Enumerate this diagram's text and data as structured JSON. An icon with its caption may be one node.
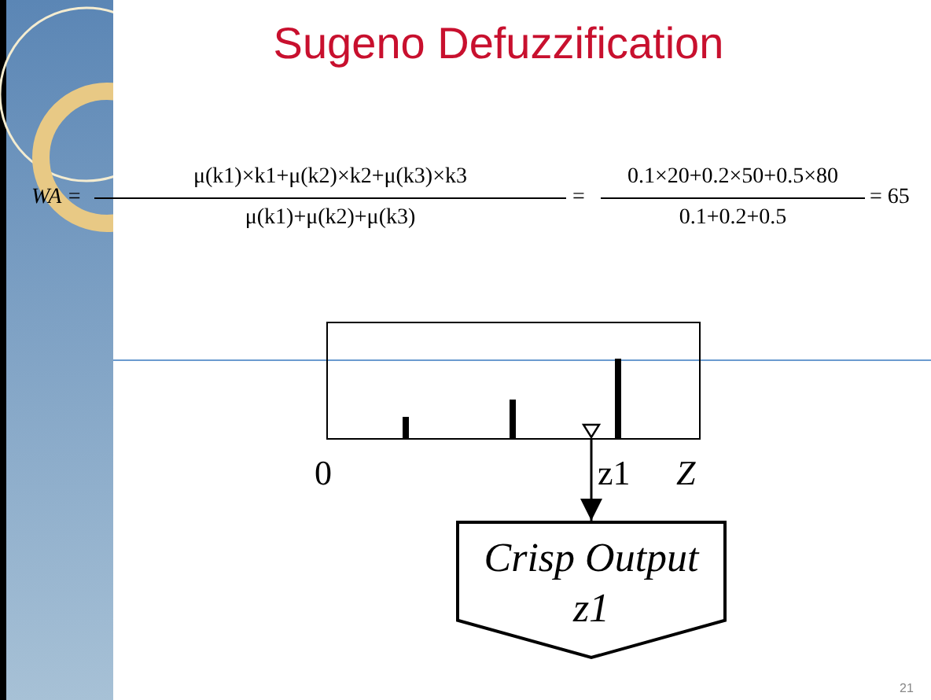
{
  "diagram": {
    "title": "Sugeno Defuzzification",
    "nodes": [
      {
        "text": [],
        "shape": "box"
      },
      {
        "text": [],
        "shape": "triangle",
        "in": 0
      },
      {
        "text": [
          "Crisp Output z1"
        ]
      }
    ],
    "edges": [
      {
        "from": 1,
        "to": 2,
        "arrow": "to"
      }
    ],
    "labels": [
      "WA =",
      "μ(k1)×k1+μ(k2)×k2+μ(k3)×k3",
      "μ(k1)+μ(k2)+μ(k3)",
      "=",
      "0.1×20+0.2×50+0.5×80",
      "0.1+0.2+0.5",
      "= 65",
      "0",
      "z1",
      "Z",
      "21"
    ]
  }
}
